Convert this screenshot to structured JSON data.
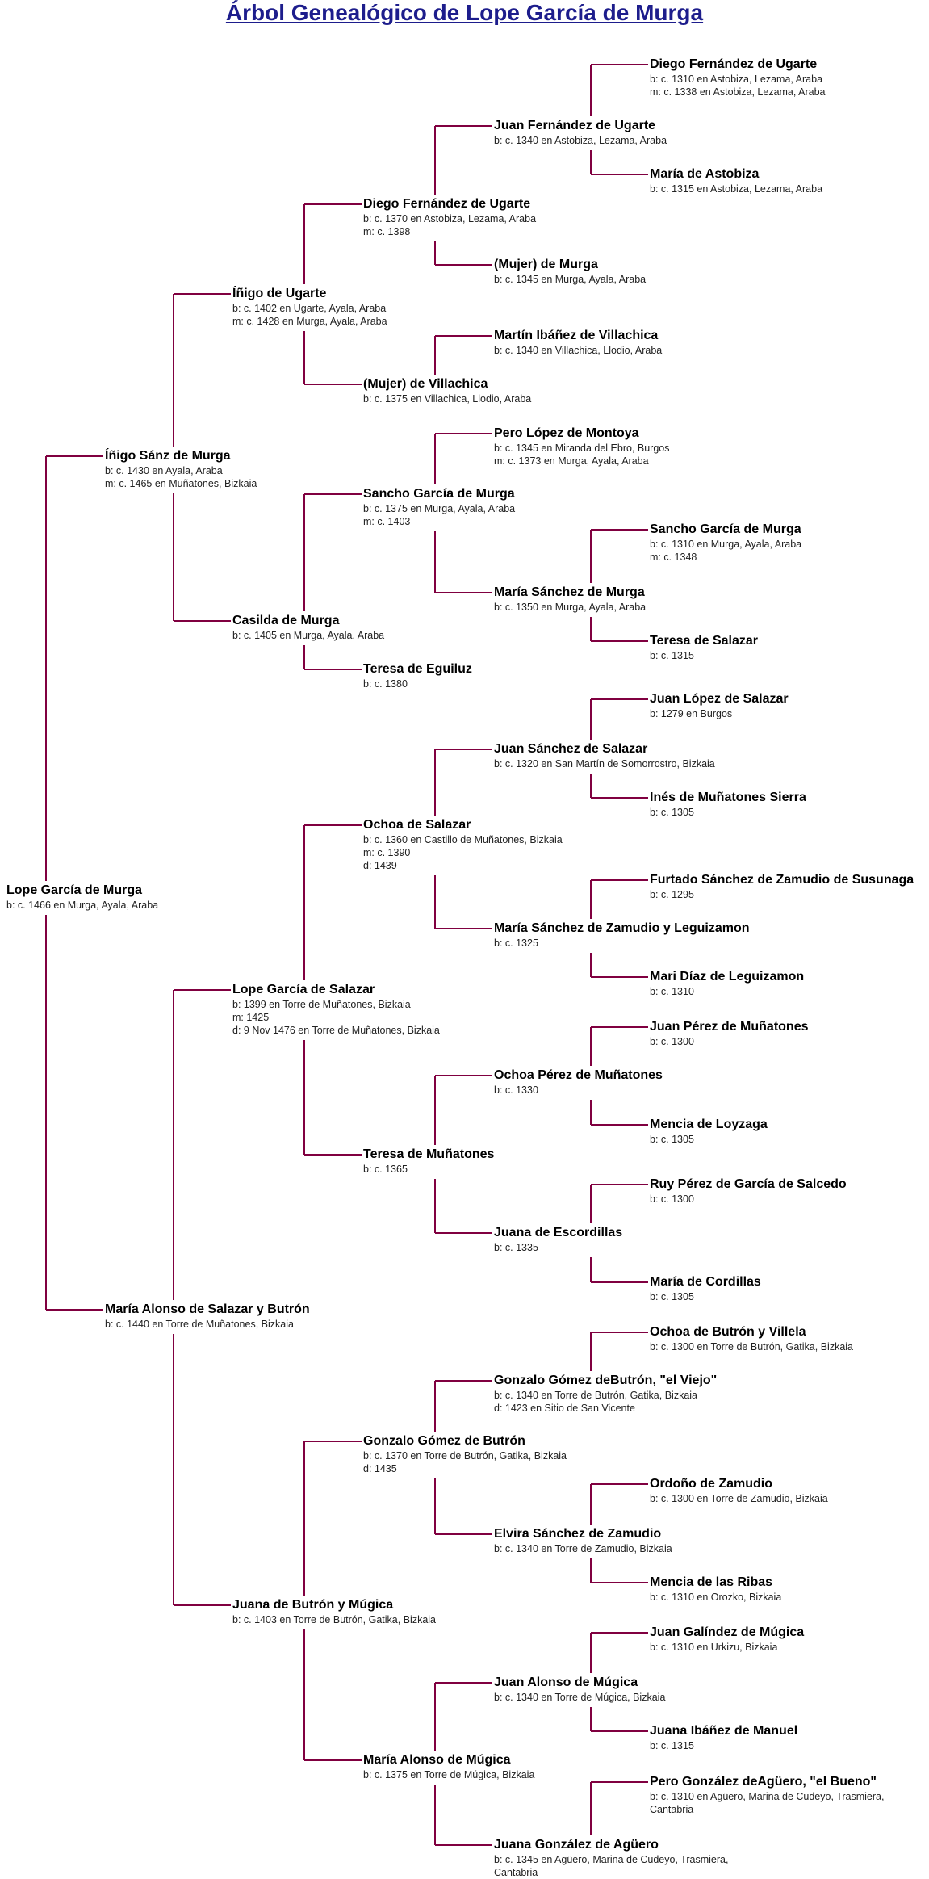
{
  "title": "Árbol Genealógico de Lope García de Murga",
  "colors": {
    "line": "#800040",
    "title": "#1d1d8c"
  },
  "people": [
    {
      "id": "p0",
      "name": "Lope García de Murga",
      "details": [
        "b: c. 1466 en Murga, Ayala, Araba"
      ]
    },
    {
      "id": "p1",
      "name": "Íñigo Sánz de Murga",
      "details": [
        "b: c. 1430 en Ayala, Araba",
        "m: c. 1465 en Muñatones, Bizkaia"
      ]
    },
    {
      "id": "p2",
      "name": "Íñigo de Ugarte",
      "details": [
        "b: c. 1402 en Ugarte, Ayala, Araba",
        "m: c. 1428 en Murga, Ayala, Araba"
      ]
    },
    {
      "id": "p3",
      "name": "Diego Fernández de Ugarte",
      "details": [
        "b: c. 1370 en Astobiza, Lezama, Araba",
        "m: c. 1398"
      ]
    },
    {
      "id": "p4",
      "name": "Juan Fernández de Ugarte",
      "details": [
        "b: c. 1340 en Astobiza, Lezama, Araba"
      ]
    },
    {
      "id": "p5",
      "name": "Diego Fernández de Ugarte",
      "details": [
        "b: c. 1310 en Astobiza, Lezama, Araba",
        "m: c. 1338 en Astobiza, Lezama, Araba"
      ]
    },
    {
      "id": "p6",
      "name": "María de Astobiza",
      "details": [
        "b: c. 1315 en Astobiza, Lezama, Araba"
      ]
    },
    {
      "id": "p7",
      "name": "(Mujer) de Murga",
      "details": [
        "b: c. 1345 en Murga, Ayala, Araba"
      ]
    },
    {
      "id": "p8",
      "name": "(Mujer) de Villachica",
      "details": [
        "b: c. 1375 en Villachica, Llodio, Araba"
      ]
    },
    {
      "id": "p9",
      "name": "Martín Ibáñez de Villachica",
      "details": [
        "b: c. 1340 en Villachica, Llodio, Araba"
      ]
    },
    {
      "id": "p10",
      "name": "Casilda de Murga",
      "details": [
        "b: c. 1405 en Murga, Ayala, Araba"
      ]
    },
    {
      "id": "p11",
      "name": "Sancho García de Murga",
      "details": [
        "b: c. 1375 en Murga, Ayala, Araba",
        "m: c. 1403"
      ]
    },
    {
      "id": "p12",
      "name": "Pero López de Montoya",
      "details": [
        "b: c. 1345 en Miranda del Ebro, Burgos",
        "m: c. 1373 en Murga, Ayala, Araba"
      ]
    },
    {
      "id": "p13",
      "name": "María Sánchez de Murga",
      "details": [
        "b: c. 1350 en Murga, Ayala, Araba"
      ]
    },
    {
      "id": "p14",
      "name": "Sancho García de Murga",
      "details": [
        "b: c. 1310 en Murga, Ayala, Araba",
        "m: c. 1348"
      ]
    },
    {
      "id": "p15",
      "name": "Teresa de Salazar",
      "details": [
        "b: c. 1315"
      ]
    },
    {
      "id": "p16",
      "name": "Teresa de Eguiluz",
      "details": [
        "b: c. 1380"
      ]
    },
    {
      "id": "p17",
      "name": "María Alonso de Salazar y Butrón",
      "details": [
        "b: c. 1440 en Torre de Muñatones, Bizkaia"
      ]
    },
    {
      "id": "p18",
      "name": "Lope García de Salazar",
      "details": [
        "b: 1399 en Torre de Muñatones, Bizkaia",
        "m: 1425",
        "d: 9 Nov 1476 en Torre de Muñatones, Bizkaia"
      ]
    },
    {
      "id": "p19",
      "name": "Ochoa de Salazar",
      "details": [
        "b: c. 1360 en Castillo de Muñatones, Bizkaia",
        "m: c. 1390",
        "d: 1439"
      ]
    },
    {
      "id": "p20",
      "name": "Juan Sánchez de Salazar",
      "details": [
        "b: c. 1320 en San Martín de Somorrostro, Bizkaia"
      ]
    },
    {
      "id": "p21",
      "name": "Juan López de Salazar",
      "details": [
        "b: 1279 en Burgos"
      ]
    },
    {
      "id": "p22",
      "name": "Inés de Muñatones Sierra",
      "details": [
        "b: c. 1305"
      ]
    },
    {
      "id": "p23",
      "name": "María Sánchez de Zamudio y Leguizamon",
      "details": [
        "b: c. 1325"
      ]
    },
    {
      "id": "p24",
      "name": "Furtado Sánchez de Zamudio de Susunaga",
      "details": [
        "b: c. 1295"
      ]
    },
    {
      "id": "p25",
      "name": "Mari Díaz de Leguizamon",
      "details": [
        "b: c. 1310"
      ]
    },
    {
      "id": "p26",
      "name": "Teresa de Muñatones",
      "details": [
        "b: c. 1365"
      ]
    },
    {
      "id": "p27",
      "name": "Ochoa Pérez de Muñatones",
      "details": [
        "b: c. 1330"
      ]
    },
    {
      "id": "p28",
      "name": "Juan Pérez de Muñatones",
      "details": [
        "b: c. 1300"
      ]
    },
    {
      "id": "p29",
      "name": "Mencia de Loyzaga",
      "details": [
        "b: c. 1305"
      ]
    },
    {
      "id": "p30",
      "name": "Juana de Escordillas",
      "details": [
        "b: c. 1335"
      ]
    },
    {
      "id": "p31",
      "name": "Ruy Pérez de García de Salcedo",
      "details": [
        "b: c. 1300"
      ]
    },
    {
      "id": "p32",
      "name": "María de Cordillas",
      "details": [
        "b: c. 1305"
      ]
    },
    {
      "id": "p33",
      "name": "Juana de Butrón y Múgica",
      "details": [
        "b: c. 1403 en Torre de Butrón, Gatika, Bizkaia"
      ]
    },
    {
      "id": "p34",
      "name": "Gonzalo Gómez de Butrón",
      "details": [
        "b: c. 1370 en Torre de Butrón, Gatika, Bizkaia",
        "d: 1435"
      ]
    },
    {
      "id": "p35",
      "name": "Gonzalo Gómez deButrón, \"el Viejo\"",
      "details": [
        "b: c. 1340 en Torre de Butrón, Gatika, Bizkaia",
        "d: 1423 en Sitio de San Vicente"
      ]
    },
    {
      "id": "p36",
      "name": "Ochoa de Butrón y Villela",
      "details": [
        "b: c. 1300 en Torre de Butrón, Gatika, Bizkaia"
      ]
    },
    {
      "id": "p37",
      "name": "Elvira Sánchez de Zamudio",
      "details": [
        "b: c. 1340 en Torre de Zamudio, Bizkaia"
      ]
    },
    {
      "id": "p38",
      "name": "Ordoño de Zamudio",
      "details": [
        "b: c. 1300 en Torre de Zamudio, Bizkaia"
      ]
    },
    {
      "id": "p39",
      "name": "Mencia de las Ribas",
      "details": [
        "b: c. 1310 en Orozko, Bizkaia"
      ]
    },
    {
      "id": "p40",
      "name": "María Alonso de Múgica",
      "details": [
        "b: c. 1375 en Torre de Múgica, Bizkaia"
      ]
    },
    {
      "id": "p41",
      "name": "Juan Alonso de Múgica",
      "details": [
        "b: c. 1340 en Torre de Múgica, Bizkaia"
      ]
    },
    {
      "id": "p42",
      "name": "Juan Galíndez de Múgica",
      "details": [
        "b: c. 1310 en Urkizu, Bizkaia"
      ]
    },
    {
      "id": "p43",
      "name": "Juana Ibáñez de Manuel",
      "details": [
        "b: c. 1315"
      ]
    },
    {
      "id": "p44",
      "name": "Juana González de Agüero",
      "details": [
        "b: c. 1345 en Agüero, Marina de Cudeyo, Trasmiera,",
        "Cantabria"
      ]
    },
    {
      "id": "p45",
      "name": "Pero González deAgüero, \"el Bueno\"",
      "details": [
        "b: c. 1310 en Agüero, Marina de Cudeyo, Trasmiera,",
        "Cantabria"
      ]
    }
  ]
}
